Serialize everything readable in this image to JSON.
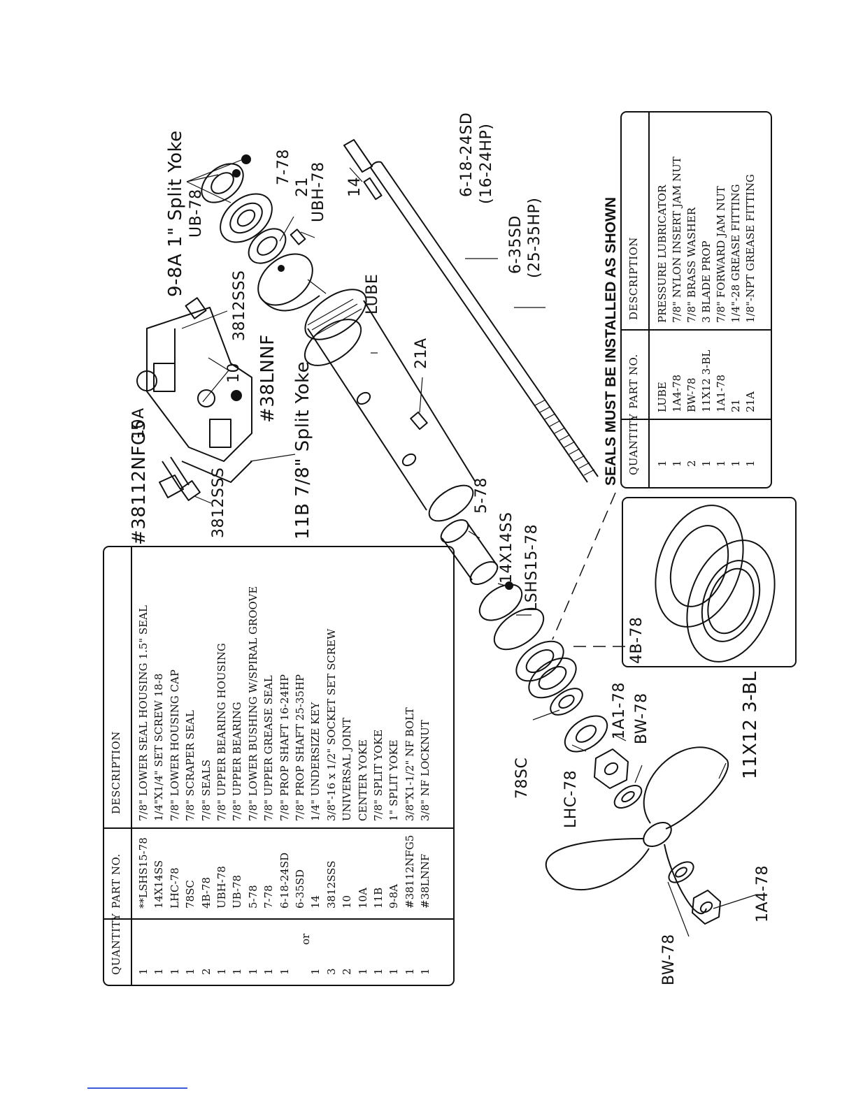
{
  "main_table": {
    "headers": {
      "quantity": "QUANTITY",
      "part_no": "PART NO.",
      "description": "DESCRIPTION"
    },
    "rows": [
      {
        "qty": "1",
        "part": "**LSHS15-78",
        "desc": "7/8\" LOWER SEAL HOUSING 1.5\" SEAL"
      },
      {
        "qty": "1",
        "part": "14X14SS",
        "desc": "1/4\"X1/4\" SET SCREW 18-8"
      },
      {
        "qty": "1",
        "part": "LHC-78",
        "desc": "7/8\" LOWER HOUSING CAP"
      },
      {
        "qty": "1",
        "part": "78SC",
        "desc": "7/8\" SCRAPER SEAL"
      },
      {
        "qty": "2",
        "part": "4B-78",
        "desc": "7/8\" SEALS"
      },
      {
        "qty": "1",
        "part": "UBH-78",
        "desc": "7/8\" UPPER BEARING HOUSING"
      },
      {
        "qty": "1",
        "part": "UB-78",
        "desc": "7/8\" UPPER BEARING"
      },
      {
        "qty": "1",
        "part": "5-78",
        "desc": "7/8\" LOWER BUSHING W/SPIRAL GROOVE"
      },
      {
        "qty": "1",
        "part": "7-78",
        "desc": "7/8\" UPPER GREASE SEAL"
      },
      {
        "qty": "1",
        "part": "6-18-24SD",
        "desc": "7/8\" PROP SHAFT 16-24HP"
      },
      {
        "qty": "",
        "part": "6-35SD",
        "desc": "7/8\" PROP SHAFT 25-35HP"
      },
      {
        "qty": "1",
        "part": "14",
        "desc": "1/4\" UNDERSIZE KEY"
      },
      {
        "qty": "3",
        "part": "3812SSS",
        "desc": "3/8\"-16 x 1/2\" SOCKET SET SCREW"
      },
      {
        "qty": "2",
        "part": "10",
        "desc": "UNIVERSAL JOINT"
      },
      {
        "qty": "1",
        "part": "10A",
        "desc": "CENTER YOKE"
      },
      {
        "qty": "1",
        "part": "11B",
        "desc": "7/8\" SPLIT YOKE"
      },
      {
        "qty": "1",
        "part": "9-8A",
        "desc": "1\" SPLIT YOKE"
      },
      {
        "qty": "1",
        "part": "#38112NFG5",
        "desc": "3/8\"X1-1/2\" NF BOLT"
      },
      {
        "qty": "1",
        "part": "#38LNNF",
        "desc": "3/8\" NF LOCKNUT"
      }
    ],
    "or_label": "or"
  },
  "second_table": {
    "headers": {
      "quantity": "QUANTITY",
      "part_no": "PART NO.",
      "description": "DESCRIPTION"
    },
    "rows": [
      {
        "qty": "1",
        "part": "LUBE",
        "desc": "PRESSURE LUBRICATOR"
      },
      {
        "qty": "1",
        "part": "1A4-78",
        "desc": "7/8\" NYLON INSERT JAM NUT"
      },
      {
        "qty": "2",
        "part": "BW-78",
        "desc": "7/8\" BRASS WASHER"
      },
      {
        "qty": "1",
        "part": "11X12 3-BL",
        "desc": "3 BLADE PROP"
      },
      {
        "qty": "1",
        "part": "1A1-78",
        "desc": "7/8\" FORWARD JAM NUT"
      },
      {
        "qty": "1",
        "part": "21",
        "desc": "1/4\"-28 GREASE FITTING"
      },
      {
        "qty": "1",
        "part": "21A",
        "desc": "1/8\"-NPT GREASE FITTING"
      }
    ]
  },
  "seals_note": "SEALS MUST BE INSTALLED AS SHOWN",
  "callouts": {
    "split_yoke_1": "9-8A 1\" Split Yoke",
    "ub78": "UB-78",
    "c7_78": "7-78",
    "c21": "21",
    "ubh78": "UBH-78",
    "c14": "14",
    "shaft_short": "6-18-24SD",
    "shaft_short_hp": "(16-24HP)",
    "shaft_long": "6-35SD",
    "shaft_long_hp": "(25-35HP)",
    "c10a": "10A",
    "c10": "10",
    "c3812sss_top": "3812SSS",
    "c38lnnf": "#38LNNF",
    "lube": "LUBE",
    "c21a": "21A",
    "bolt": "#38112NFG5",
    "c3812sss_bottom": "3812SSS",
    "split_yoke_78": "11B 7/8\" Split Yoke",
    "c5_78": "5-78",
    "c14x14ss": "14X14SS",
    "lshs": "LSHS15-78",
    "c4b78": "4B-78",
    "c78sc": "78SC",
    "lhc": "LHC-78",
    "c1a1": "1A1-78",
    "bw_top": "BW-78",
    "prop": "11X12 3-BL",
    "bw_bottom": "BW-78",
    "c1a4": "1A4-78"
  }
}
